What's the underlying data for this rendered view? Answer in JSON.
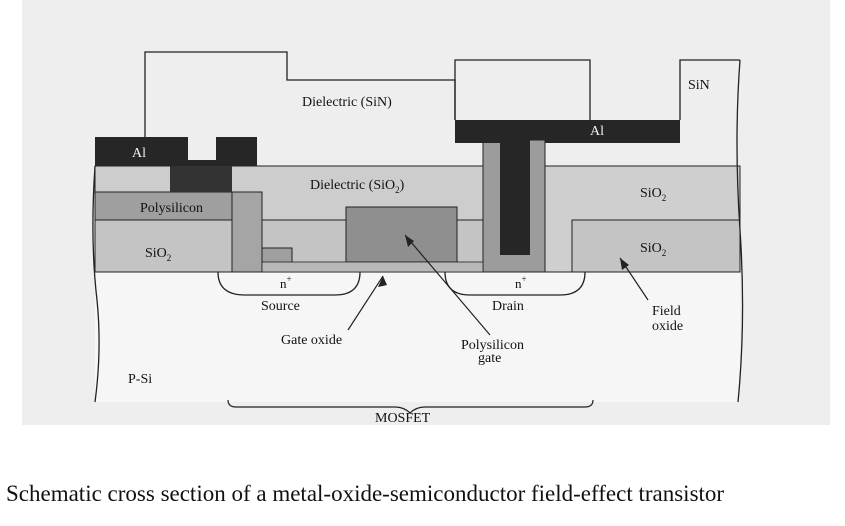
{
  "figure": {
    "labels": {
      "siN_left": "Dielectric (SiN)",
      "siN_right": "SiN",
      "al_left": "Al",
      "al_right": "Al",
      "sio2_dielectric": "Dielectric (SiO",
      "sio2_dielectric_sub": "2",
      "sio2_dielectric_end": ")",
      "polysilicon_left": "Polysilicon",
      "sio2_left": "SiO",
      "sio2_left_sub": "2",
      "sio2_right_top": "SiO",
      "sio2_right_top_sub": "2",
      "sio2_right_bottom": "SiO",
      "sio2_right_bottom_sub": "2",
      "n_plus_source": "n",
      "n_plus_drain": "n",
      "plus": "+",
      "source": "Source",
      "drain": "Drain",
      "gate_oxide": "Gate oxide",
      "polysilicon_gate_1": "Polysilicon",
      "polysilicon_gate_2": "gate",
      "field_oxide_1": "Field",
      "field_oxide_2": "oxide",
      "p_si": "P-Si",
      "mosfet": "MOSFET"
    }
  },
  "caption": "Schematic cross section of a metal-oxide-semiconductor field-effect transistor",
  "colors": {
    "background_page": "#e9e9e9",
    "al": "#2a2a2a",
    "sio2": "#c9c9c9",
    "polysilicon": "#9a9a9a",
    "gate": "#8f8f8f",
    "silicon": "#f2f2f2"
  }
}
